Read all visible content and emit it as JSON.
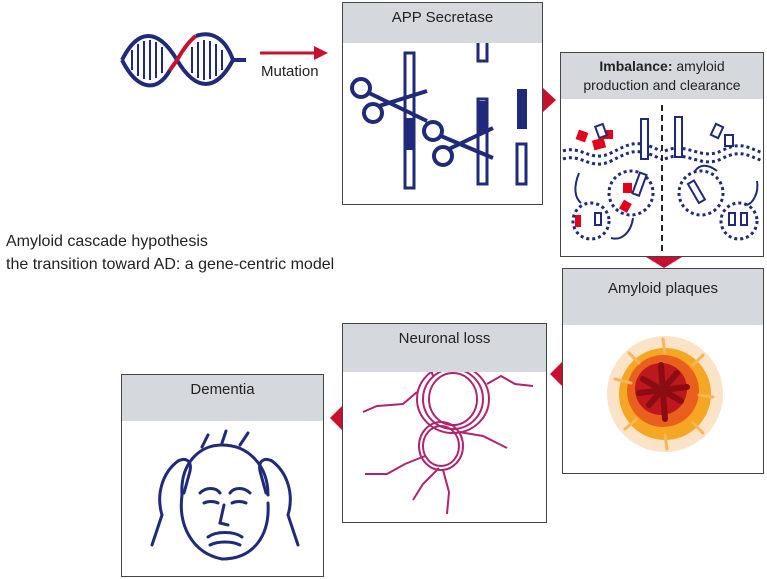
{
  "title": {
    "line1": "Amyloid cascade hypothesis",
    "line2": "the transition toward AD: a gene-centric model"
  },
  "mutation_label": "Mutation",
  "panels": {
    "secretase": "APP Secretase",
    "imbalance_bold": "Imbalance:",
    "imbalance_rest1": " amyloid",
    "imbalance_rest2": "production and clearance",
    "plaques": "Amyloid plaques",
    "neuronal": "Neuronal loss",
    "dementia": "Dementia"
  },
  "colors": {
    "navy": "#1f2a7a",
    "red": "#c8102e",
    "magenta": "#b0246e",
    "header_gray": "#d5d9dd"
  }
}
